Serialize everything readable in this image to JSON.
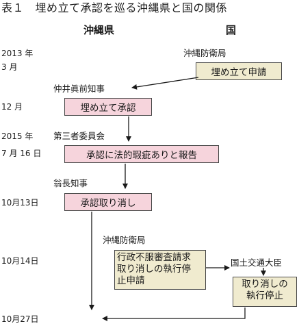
{
  "title": "表１　埋め立て承認を巡る沖縄県と国の関係",
  "columns": {
    "okinawa": "沖縄県",
    "country": "国"
  },
  "dates": {
    "d1_year": "2013 年",
    "d1_month": "3 月",
    "d2": "12 月",
    "d3_year": "2015 年",
    "d3_day": "7 月 16 日",
    "d4": "10月13日",
    "d5": "10月14日",
    "d6": "10月27日"
  },
  "labels": {
    "defense_bureau_1": "沖縄防衛局",
    "nakaima": "仲井眞前知事",
    "third_party": "第三者委員会",
    "onaga": "翁長知事",
    "defense_bureau_2": "沖縄防衛局",
    "mlit": "国土交通大臣"
  },
  "boxes": {
    "application": "埋め立て申請",
    "approval": "埋め立て承認",
    "defect_report": "承認に法的瑕疵ありと報告",
    "revocation": "承認取り消し",
    "review_request": [
      "行政不服審査請求",
      "取り消しの執行停",
      "止申請"
    ],
    "suspension": [
      "取り消しの",
      "執行停止"
    ]
  },
  "colors": {
    "pink_box": "#f6d4dc",
    "beige_box": "#f0ebcf",
    "line": "#1a1a1a"
  }
}
